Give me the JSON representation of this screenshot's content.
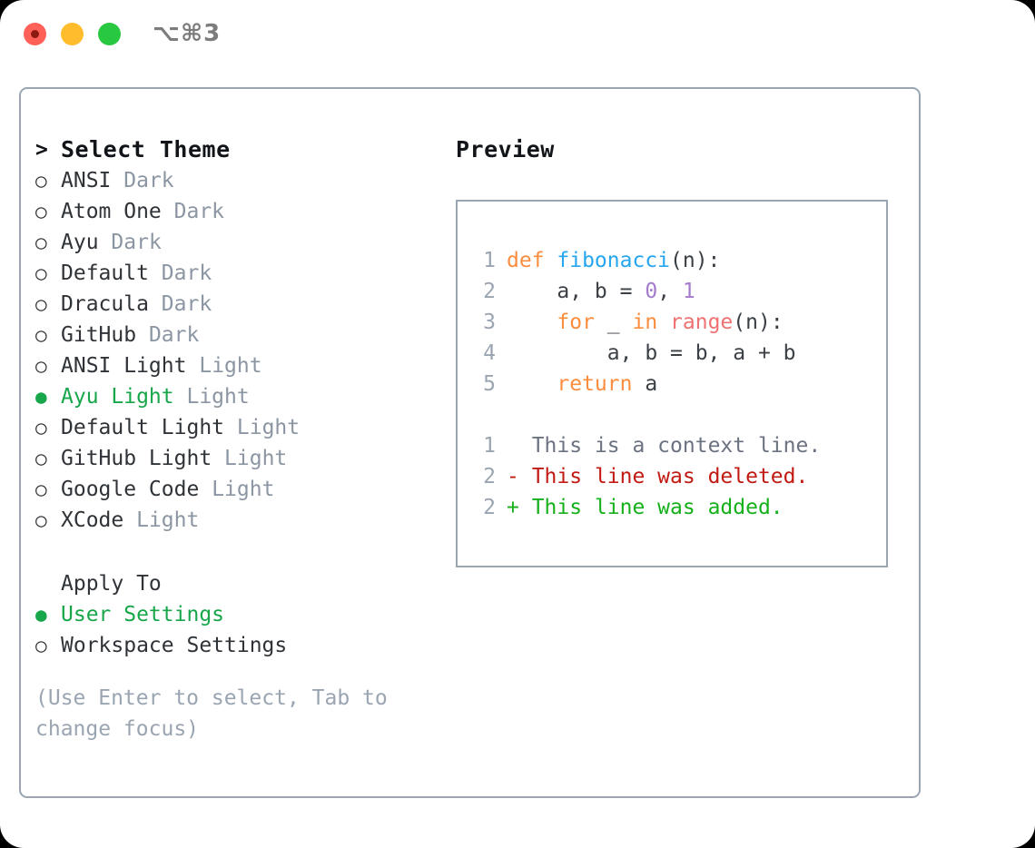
{
  "titlebar": {
    "shortcut": "⌥⌘3",
    "buttons": [
      {
        "name": "close",
        "color": "#ff6159"
      },
      {
        "name": "minimize",
        "color": "#ffbd2e"
      },
      {
        "name": "maximize",
        "color": "#28c840"
      }
    ]
  },
  "theme_picker": {
    "caret": ">",
    "title": "Select Theme",
    "marker_unselected": "○",
    "marker_selected": "●",
    "accent_color": "#17a64a",
    "muted_color": "#8c96a3",
    "items": [
      {
        "label": "ANSI",
        "variant": "Dark",
        "selected": false
      },
      {
        "label": "Atom One",
        "variant": "Dark",
        "selected": false
      },
      {
        "label": "Ayu",
        "variant": "Dark",
        "selected": false
      },
      {
        "label": "Default",
        "variant": "Dark",
        "selected": false
      },
      {
        "label": "Dracula",
        "variant": "Dark",
        "selected": false
      },
      {
        "label": "GitHub",
        "variant": "Dark",
        "selected": false
      },
      {
        "label": "ANSI Light",
        "variant": "Light",
        "selected": false
      },
      {
        "label": "Ayu Light",
        "variant": "Light",
        "selected": true
      },
      {
        "label": "Default Light",
        "variant": "Light",
        "selected": false
      },
      {
        "label": "GitHub Light",
        "variant": "Light",
        "selected": false
      },
      {
        "label": "Google Code",
        "variant": "Light",
        "selected": false
      },
      {
        "label": "XCode",
        "variant": "Light",
        "selected": false
      }
    ]
  },
  "apply_to": {
    "title": "Apply To",
    "items": [
      {
        "label": "User Settings",
        "selected": true
      },
      {
        "label": "Workspace Settings",
        "selected": false
      }
    ]
  },
  "hint": "(Use Enter to select, Tab to change focus)",
  "preview": {
    "title": "Preview",
    "code": [
      {
        "num": "1",
        "def": "def ",
        "fn": "fibonacci",
        "tail": "(n):"
      },
      {
        "num": "2",
        "text": "    a, b = ",
        "zero": "0",
        "comma": ", ",
        "one": "1"
      },
      {
        "num": "3",
        "indent": "    ",
        "for": "for",
        "mid": " _ ",
        "in": "in",
        "sp": " ",
        "range": "range",
        "tail": "(n):"
      },
      {
        "num": "4",
        "text": "        a, b = b, a + b"
      },
      {
        "num": "5",
        "indent": "    ",
        "kw": "return",
        "tail": " a"
      }
    ],
    "diff": [
      {
        "num": "1",
        "sign": "  ",
        "text": "This is a context line.",
        "kind": "context"
      },
      {
        "num": "2",
        "sign": "- ",
        "text": "This line was deleted.",
        "kind": "deleted"
      },
      {
        "num": "2",
        "sign": "+ ",
        "text": "This line was added.",
        "kind": "added"
      }
    ]
  }
}
